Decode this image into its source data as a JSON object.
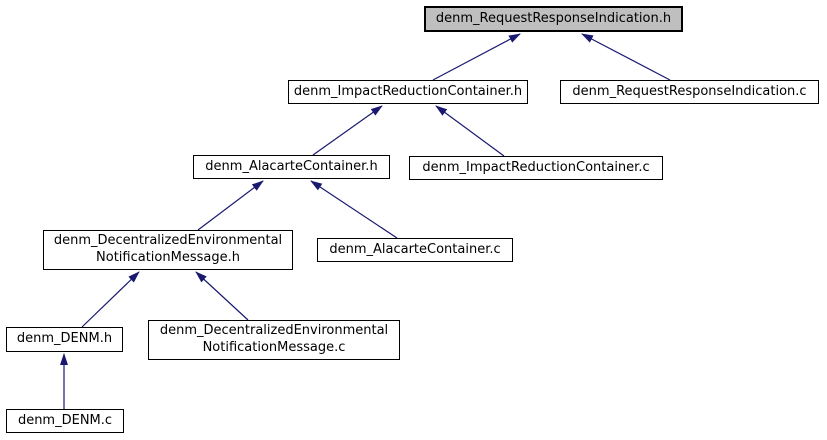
{
  "diagram": {
    "type": "doxygen-included-by-dependency-graph",
    "colors": {
      "edge": "#191970",
      "node_border": "#000000",
      "node_fill": "#ffffff",
      "highlight_fill": "#bfbfbf",
      "text": "#000000",
      "background": "#ffffff"
    },
    "nodes": [
      {
        "label": "denm_RequestResponseIndication.h",
        "highlighted": true
      },
      {
        "label": "denm_ImpactReductionContainer.h",
        "highlighted": false
      },
      {
        "label": "denm_RequestResponseIndication.c",
        "highlighted": false
      },
      {
        "label": "denm_AlacarteContainer.h",
        "highlighted": false
      },
      {
        "label": "denm_ImpactReductionContainer.c",
        "highlighted": false
      },
      {
        "label": "denm_DecentralizedEnvironmental\nNotificationMessage.h",
        "highlighted": false
      },
      {
        "label": "denm_AlacarteContainer.c",
        "highlighted": false
      },
      {
        "label": "denm_DENM.h",
        "highlighted": false
      },
      {
        "label": "denm_DecentralizedEnvironmental\nNotificationMessage.c",
        "highlighted": false
      },
      {
        "label": "denm_DENM.c",
        "highlighted": false
      }
    ],
    "edges": [
      {
        "from": "denm_ImpactReductionContainer.h",
        "to": "denm_RequestResponseIndication.h"
      },
      {
        "from": "denm_RequestResponseIndication.c",
        "to": "denm_RequestResponseIndication.h"
      },
      {
        "from": "denm_AlacarteContainer.h",
        "to": "denm_ImpactReductionContainer.h"
      },
      {
        "from": "denm_ImpactReductionContainer.c",
        "to": "denm_ImpactReductionContainer.h"
      },
      {
        "from": "denm_DecentralizedEnvironmentalNotificationMessage.h",
        "to": "denm_AlacarteContainer.h"
      },
      {
        "from": "denm_AlacarteContainer.c",
        "to": "denm_AlacarteContainer.h"
      },
      {
        "from": "denm_DENM.h",
        "to": "denm_DecentralizedEnvironmentalNotificationMessage.h"
      },
      {
        "from": "denm_DecentralizedEnvironmentalNotificationMessage.c",
        "to": "denm_DecentralizedEnvironmentalNotificationMessage.h"
      },
      {
        "from": "denm_DENM.c",
        "to": "denm_DENM.h"
      }
    ]
  }
}
